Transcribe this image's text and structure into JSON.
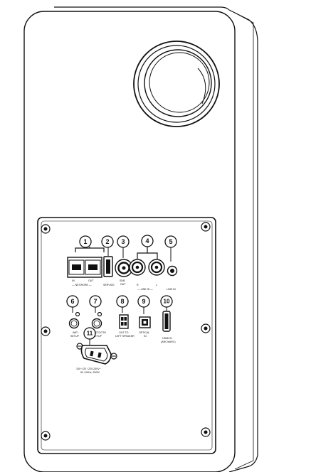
{
  "callouts": [
    "1",
    "2",
    "3",
    "4",
    "5",
    "6",
    "7",
    "8",
    "9",
    "10",
    "11"
  ],
  "port_labels": {
    "in": "IN",
    "out": "OUT",
    "network": "— NETWORK —",
    "service": "SERVICE",
    "sub_out": "SUB\nOUT",
    "line_in_r": "R",
    "line_in_l": "L",
    "line_in_pair": "— LINE IN —",
    "line_in": "LINE IN",
    "wifi_setup": "WIFI\nSETUP",
    "bluetooth_setup": "BLUETOOTH\nSETUP",
    "out_to_left_speaker": "OUT TO\nLEFT SPEAKER",
    "optical_in": "OPTICAL\nIN",
    "hdmi_in": "HDMI IN\n(ARC/eARC)",
    "power_rating": "100~120 / 220-240V~\n50 / 60Hz, 200W"
  },
  "colors": {
    "outline": "#111111",
    "cabinet": "#ffffff",
    "panel": "#ffffff",
    "background": "#ffffff"
  }
}
